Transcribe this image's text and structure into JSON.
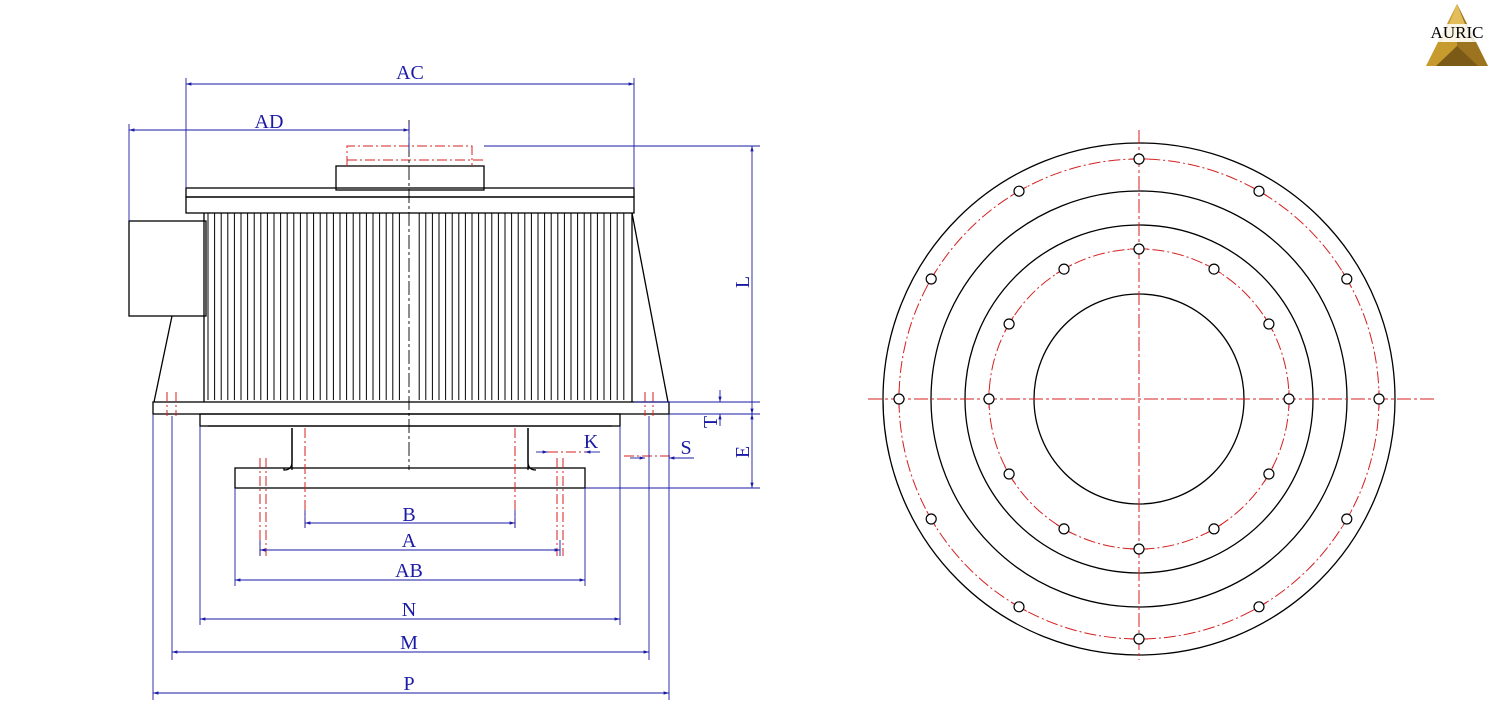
{
  "logo": {
    "text": "AURIC",
    "icon": "gold-pyramid-logo-icon"
  },
  "dimensions": {
    "AC": "AC",
    "AD": "AD",
    "L": "L",
    "T": "T",
    "E": "E",
    "K": "K",
    "S": "S",
    "B": "B",
    "A": "A",
    "AB": "AB",
    "N": "N",
    "M": "M",
    "P": "P"
  },
  "colors": {
    "outline": "#000000",
    "dimension": "#1a1aa6",
    "centerline": "#d42020",
    "logo_gold": "#c79a2e"
  }
}
